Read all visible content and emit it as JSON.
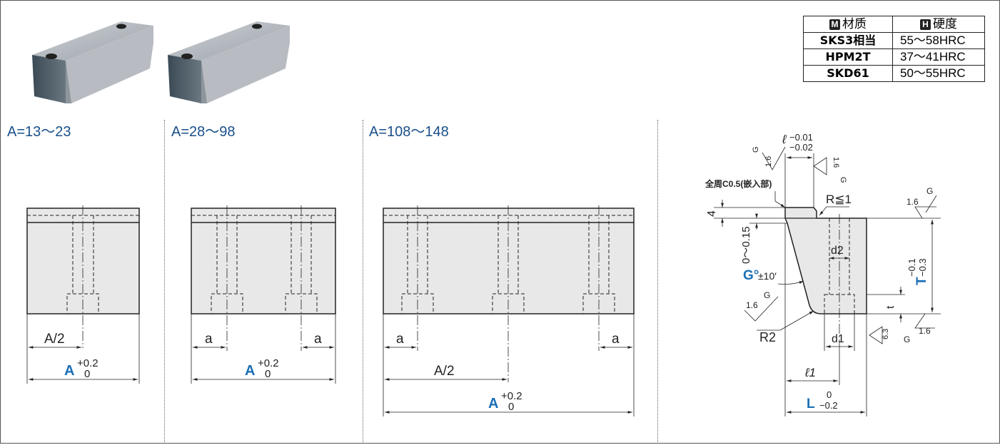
{
  "sections": [
    {
      "title": "A=13～23"
    },
    {
      "title": "A=28～98"
    },
    {
      "title": "A=108～148"
    }
  ],
  "table": {
    "headers": [
      {
        "icon": "M",
        "label": "材质"
      },
      {
        "icon": "H",
        "label": "硬度"
      }
    ],
    "rows": [
      {
        "grade": "SKS3相当",
        "hardness": "55～58HRC"
      },
      {
        "grade": "HPM2T",
        "hardness": "37～41HRC"
      },
      {
        "grade": "SKD61",
        "hardness": "50～55HRC"
      }
    ]
  },
  "dims": {
    "half_a": "A/2",
    "a": "a",
    "A": "A",
    "A_tol_plus": "+0.2",
    "A_tol_zero": "0"
  },
  "detail": {
    "l_sym": "ℓ",
    "l_tol_top": "−0.01",
    "l_tol_bot": "−0.02",
    "chamfer_note": "全周C0.5(嵌入部)",
    "r_le1": "R≦1",
    "four": "4",
    "zero_015": "0～0.15",
    "d2": "d2",
    "d1": "d1",
    "G_deg": "G°",
    "pm10": "±10′",
    "R2": "R2",
    "l1": "ℓ1",
    "L": "L",
    "L_tol_top": "0",
    "L_tol_bot": "−0.2",
    "T": "T",
    "T_tol_top": "−0.1",
    "T_tol_bot": "−0.3",
    "t": "t",
    "rough_16": "1.6",
    "rough_63": "6.3",
    "rough_G": "G"
  },
  "colors": {
    "accent": "#1a6fb5",
    "title": "#1a4f8a",
    "fill": "#e8e8e8"
  }
}
